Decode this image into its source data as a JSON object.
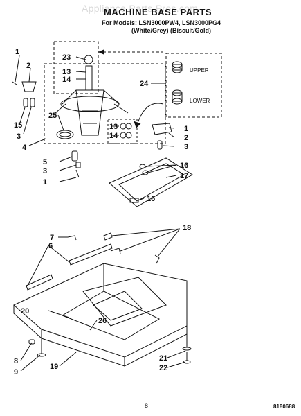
{
  "watermark": "Appliance Parts Pros.com",
  "header": {
    "title": "MACHINE BASE PARTS",
    "models_line": "For Models: LSN3000PW4, LSN3000PG4",
    "colors_line": "(White/Grey)   (Biscuit/Gold)"
  },
  "panels": {
    "upper": "UPPER",
    "lower": "LOWER"
  },
  "callouts": [
    "1",
    "2",
    "15",
    "3",
    "4",
    "25",
    "23",
    "13",
    "14",
    "24",
    "13",
    "14",
    "1",
    "2",
    "3",
    "5",
    "3",
    "1",
    "16",
    "17",
    "16",
    "7",
    "6",
    "18",
    "20",
    "26",
    "8",
    "9",
    "19",
    "21",
    "22"
  ],
  "footer": {
    "page_number": "8",
    "doc_number": "8180688"
  }
}
